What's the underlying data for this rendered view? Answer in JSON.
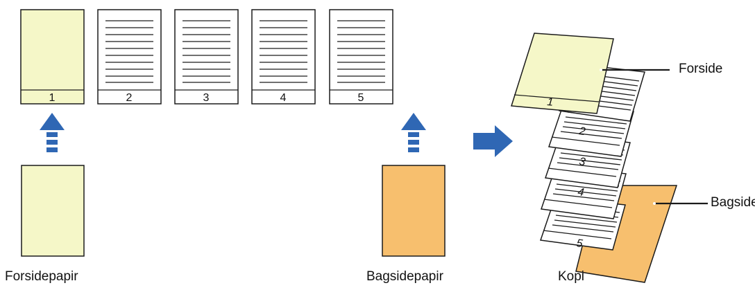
{
  "pages": [
    {
      "number": "1"
    },
    {
      "number": "2"
    },
    {
      "number": "3"
    },
    {
      "number": "4"
    },
    {
      "number": "5"
    }
  ],
  "labels": {
    "front_paper": "Forsidepapir",
    "back_paper": "Bagsidepapir",
    "copy": "Kopi",
    "front": "Forside",
    "back": "Bagside"
  },
  "colors": {
    "front_cover": "#f5f7c8",
    "back_cover": "#f7bf6e",
    "arrow": "#2f67b4",
    "line": "#1a1a1a"
  }
}
